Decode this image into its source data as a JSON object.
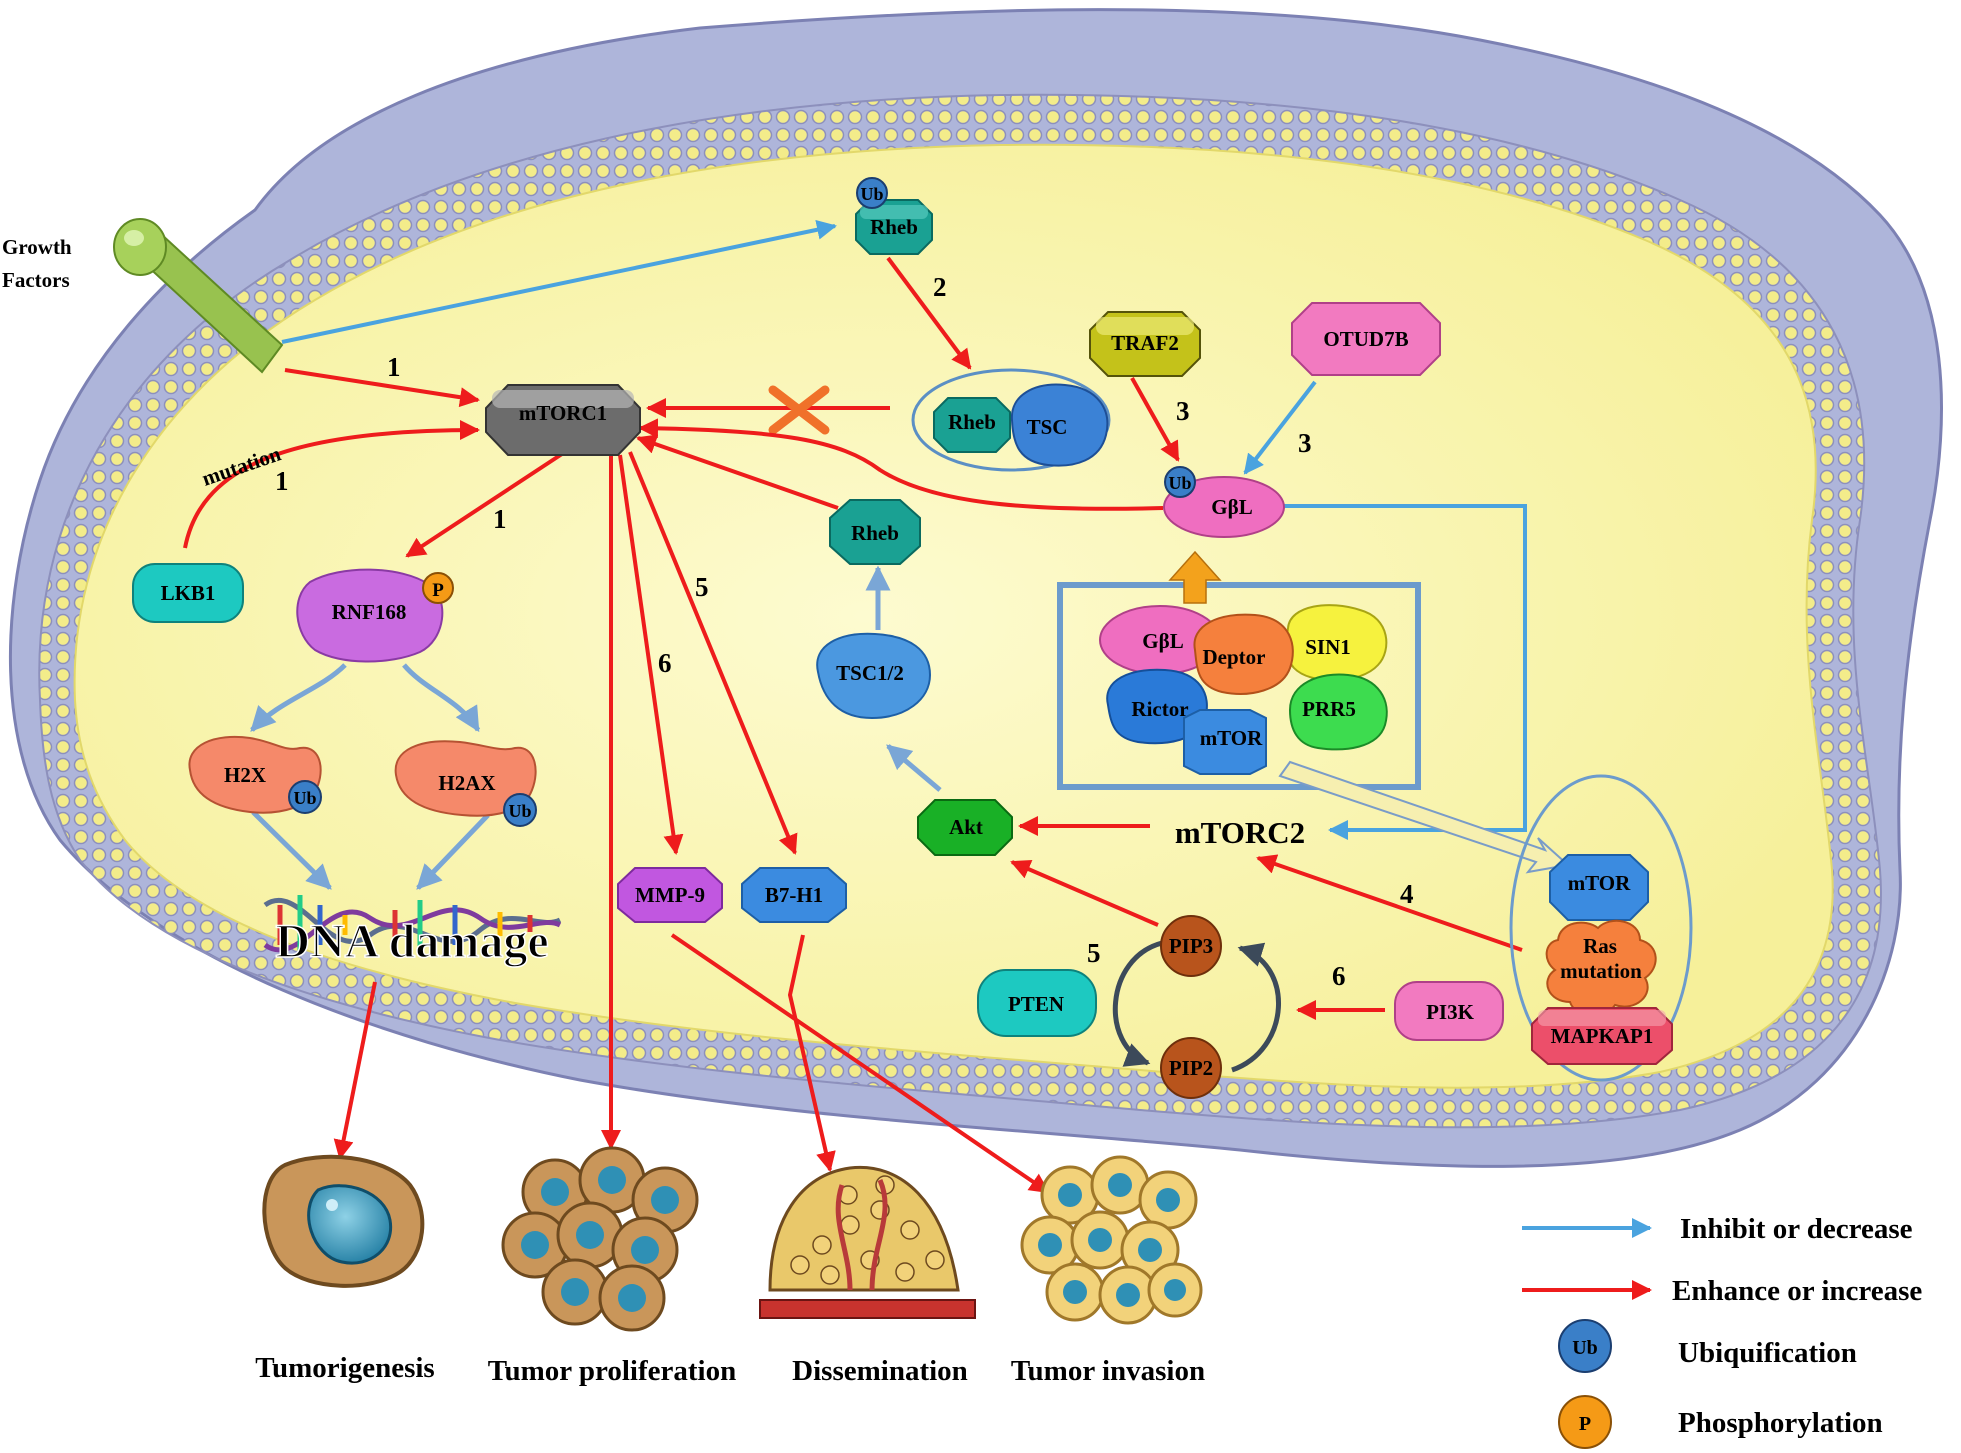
{
  "diagram": {
    "growth_factors_line1": "Growth",
    "growth_factors_line2": "Factors",
    "mutation_label": "mutation",
    "nodes": {
      "rheb_top": "Rheb",
      "rheb_in_complex": "Rheb",
      "tsc": "TSC",
      "mtorc1": "mTORC1",
      "traf2": "TRAF2",
      "otud7b": "OTUD7B",
      "gbl_ub": "GβL",
      "lkb1": "LKB1",
      "rnf168": "RNF168",
      "rheb_mid": "Rheb",
      "tsc12": "TSC1/2",
      "h2x": "H2X",
      "h2ax": "H2AX",
      "gbl_complex": "GβL",
      "deptor": "Deptor",
      "sin1": "SIN1",
      "rictor": "Rictor",
      "prr5": "PRR5",
      "mtor_complex": "mTOR",
      "mmp9": "MMP-9",
      "b7h1": "B7-H1",
      "akt": "Akt",
      "mtorc2": "mTORC2",
      "mtor_right": "mTOR",
      "ras_line1": "Ras",
      "ras_line2": "mutation",
      "mapkap1": "MAPKAP1",
      "pip3": "PIP3",
      "pip2": "PIP2",
      "pten": "PTEN",
      "pi3k": "PI3K",
      "dna_damage": "DNA damage"
    },
    "badges": {
      "ub": "Ub",
      "p": "P"
    },
    "step_numbers": {
      "n1_growth": "1",
      "n1_lkb1": "1",
      "n1_rnf168": "1",
      "n2": "2",
      "n3_traf2": "3",
      "n3_otud7b": "3",
      "n4": "4",
      "n5_b7h1": "5",
      "n5_pten": "5",
      "n6_mmp9": "6",
      "n6_pi3k": "6"
    },
    "outcomes": {
      "tumorigenesis": "Tumorigenesis",
      "proliferation": "Tumor proliferation",
      "dissemination": "Dissemination",
      "invasion": "Tumor invasion"
    },
    "legend": {
      "inhibit": "Inhibit or decrease",
      "enhance": "Enhance or increase",
      "ubiquification": "Ubiquification",
      "phosphorylation": "Phosphorylation"
    },
    "colors": {
      "enhance_arrow": "#ee1c1c",
      "inhibit_arrow": "#4aa3df",
      "cytoplasm": "#fbf7b0",
      "nucleus_envelope": "#a9b0d6",
      "membrane": "#8f93bf",
      "ub_badge": "#3a7fc8",
      "p_badge": "#f59a16"
    }
  }
}
